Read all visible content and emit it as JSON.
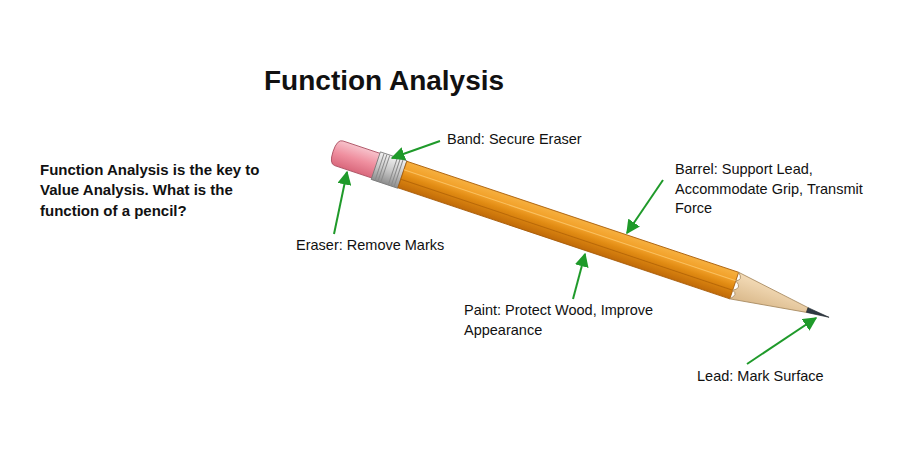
{
  "diagram": {
    "title": "Function Analysis",
    "labels": [
      "Function Analysis is the key to Value Analysis. What is the function of a pencil?",
      "Band: Secure Eraser",
      "Barrel: Support Lead, Accommodate Grip, Transmit Force",
      "Eraser: Remove Marks",
      "Paint: Protect Wood, Improve Appearance",
      "Lead: Mark Surface"
    ]
  }
}
